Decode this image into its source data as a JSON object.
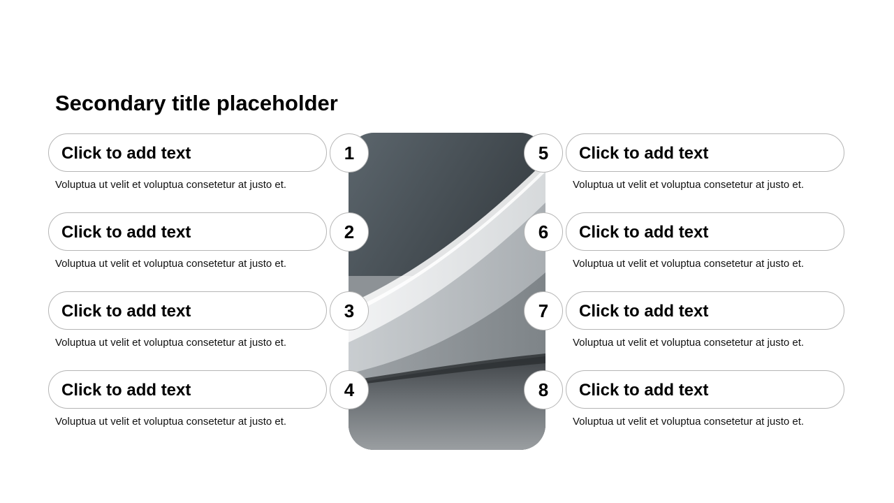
{
  "slide": {
    "title": "Secondary title placeholder"
  },
  "items": [
    {
      "number": "1",
      "heading": "Click to add text",
      "description": "Voluptua ut velit et voluptua consetetur at justo et."
    },
    {
      "number": "2",
      "heading": "Click to add text",
      "description": "Voluptua ut velit et voluptua consetetur at justo et."
    },
    {
      "number": "3",
      "heading": "Click to add text",
      "description": "Voluptua ut velit et voluptua consetetur at justo et."
    },
    {
      "number": "4",
      "heading": "Click to add text",
      "description": "Voluptua ut velit et voluptua consetetur at justo et."
    },
    {
      "number": "5",
      "heading": "Click to add text",
      "description": "Voluptua ut velit et voluptua consetetur at justo et."
    },
    {
      "number": "6",
      "heading": "Click to add text",
      "description": "Voluptua ut velit et voluptua consetetur at justo et."
    },
    {
      "number": "7",
      "heading": "Click to add text",
      "description": "Voluptua ut velit et voluptua consetetur at justo et."
    },
    {
      "number": "8",
      "heading": "Click to add text",
      "description": "Voluptua ut velit et voluptua consetetur at justo et."
    }
  ],
  "colors": {
    "outline": "#b5b5b5",
    "image_dark": "#3a4045",
    "image_light": "#e8eaeb"
  }
}
